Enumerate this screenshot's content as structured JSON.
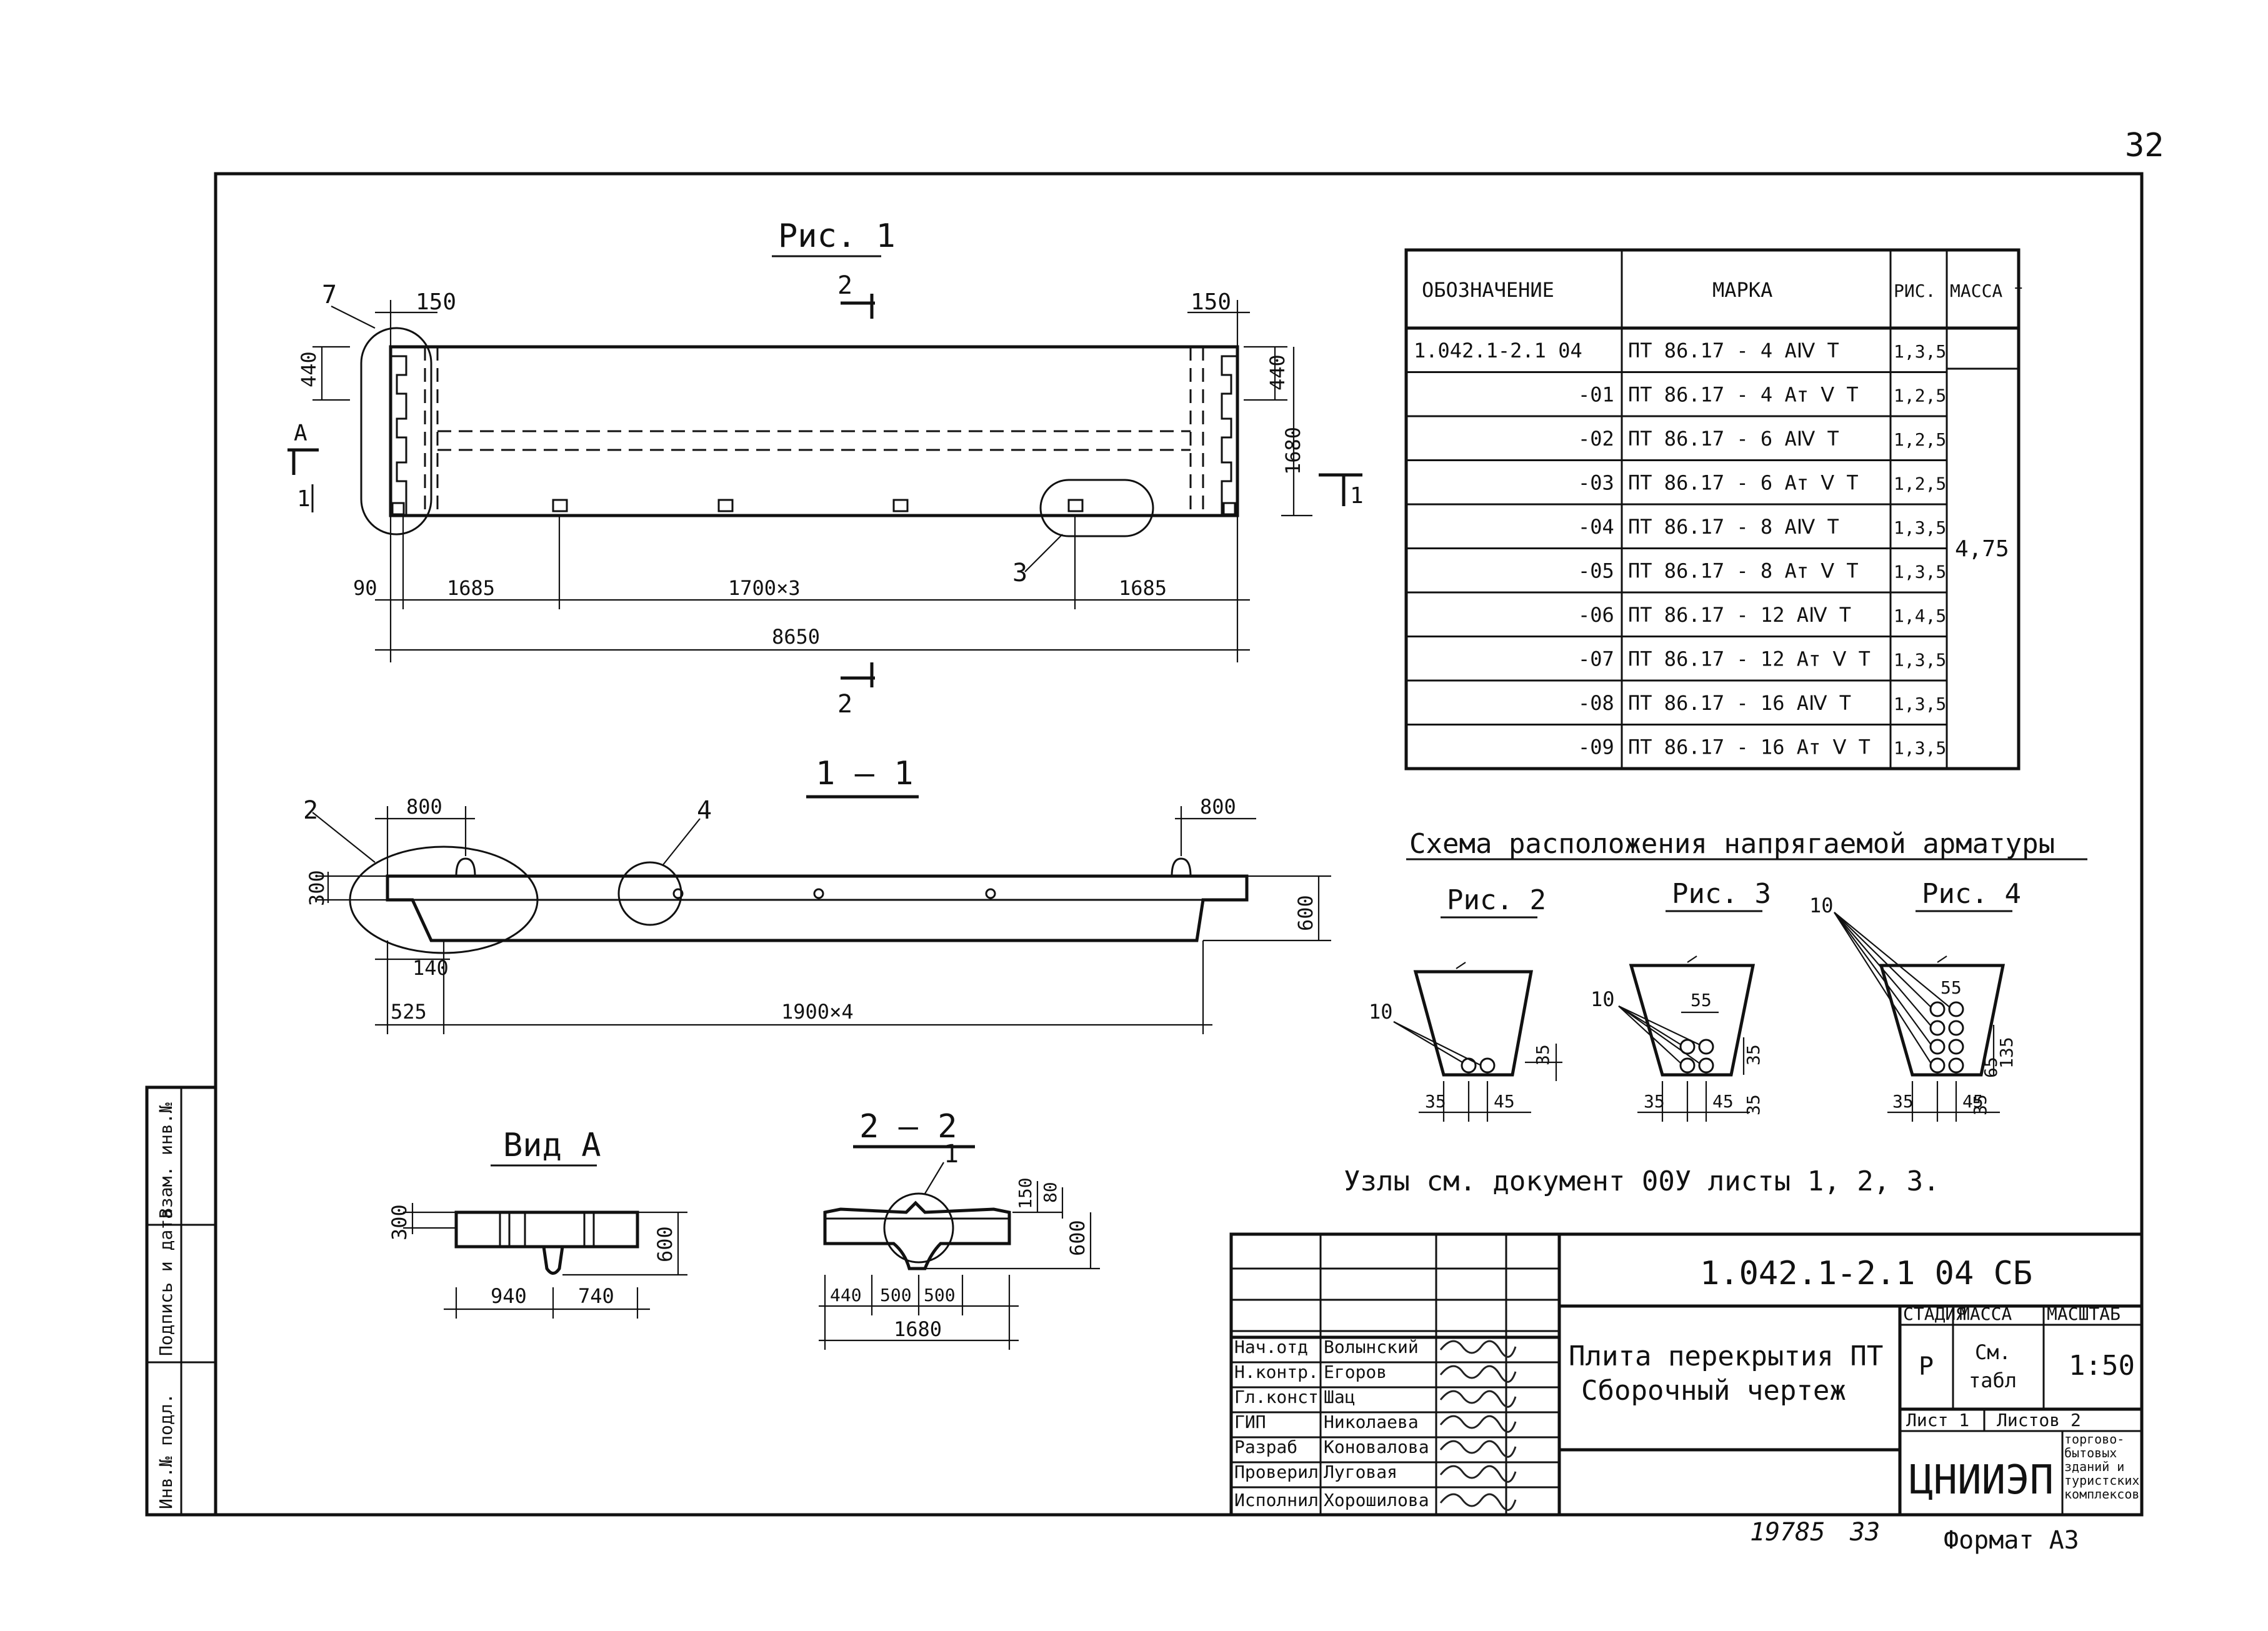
{
  "page_number": "32",
  "figures": {
    "fig1_title": "Рис. 1",
    "section_1_1_title": "1 — 1",
    "view_a_title": "Вид А",
    "section_2_2_title": "2 — 2",
    "fig2_title": "Рис. 2",
    "fig3_title": "Рис. 3",
    "fig4_title": "Рис. 4"
  },
  "fig1": {
    "dim_top_left": "150",
    "dim_top_right": "150",
    "dim_height_left": "440",
    "dim_height_right": "440",
    "dim_total_height": "1680",
    "dim_bottom_1": "90",
    "dim_bottom_2": "1685",
    "dim_bottom_3": "1700×3",
    "dim_bottom_4": "1685",
    "dim_total_length": "8650",
    "callout_7": "7",
    "callout_3": "3",
    "cut_a": "А",
    "cut_a_num": "1",
    "cut_right_num": "1",
    "cut_2_top": "2",
    "cut_2_bottom": "2"
  },
  "section_1_1": {
    "dim_top_left": "800",
    "dim_top_right": "800",
    "dim_left_height": "300",
    "dim_right_height": "600",
    "dim_bottom_offset": "140",
    "dim_bottom_1": "525",
    "dim_bottom_2": "1900×4",
    "callout_2": "2",
    "callout_4": "4"
  },
  "view_a": {
    "dim_left": "300",
    "dim_right": "600",
    "dim_bottom_1": "940",
    "dim_bottom_2": "740"
  },
  "section_2_2": {
    "callout_1": "1",
    "dim_right_1": "150",
    "dim_right_2": "80",
    "dim_right_3": "600",
    "dim_bottom_1": "440",
    "dim_bottom_2": "500",
    "dim_bottom_3": "500",
    "dim_total": "1680"
  },
  "marks_table": {
    "headers": [
      "ОБОЗНАЧЕНИЕ",
      "МАРКА",
      "РИС.",
      "МАССА т"
    ],
    "rows": [
      {
        "code": "1.042.1-2.1 04",
        "mark": "ПТ 86.17 - 4 АⅣ Т",
        "fig": "1,3,5"
      },
      {
        "code": "-01",
        "mark": "ПТ 86.17 - 4 Ат Ⅴ Т",
        "fig": "1,2,5"
      },
      {
        "code": "-02",
        "mark": "ПТ 86.17 - 6 АⅣ Т",
        "fig": "1,2,5"
      },
      {
        "code": "-03",
        "mark": "ПТ 86.17 - 6 Ат Ⅴ Т",
        "fig": "1,2,5"
      },
      {
        "code": "-04",
        "mark": "ПТ 86.17 - 8 АⅣ Т",
        "fig": "1,3,5"
      },
      {
        "code": "-05",
        "mark": "ПТ 86.17 - 8 Ат Ⅴ Т",
        "fig": "1,3,5"
      },
      {
        "code": "-06",
        "mark": "ПТ 86.17 - 12 АⅣ Т",
        "fig": "1,4,5"
      },
      {
        "code": "-07",
        "mark": "ПТ 86.17 - 12 Ат Ⅴ Т",
        "fig": "1,3,5"
      },
      {
        "code": "-08",
        "mark": "ПТ 86.17 - 16 АⅣ Т",
        "fig": "1,3,5"
      },
      {
        "code": "-09",
        "mark": "ПТ 86.17 - 16 Ат Ⅴ Т",
        "fig": "1,3,5"
      }
    ],
    "mass": "4,75"
  },
  "scheme": {
    "title": "Схема расположения напрягаемой арматуры",
    "callout_10": "10",
    "dim_35": "35",
    "dim_45": "45",
    "dim_55": "55",
    "dim_65": "65",
    "dim_135": "135",
    "nodes_note": "Узлы см. документ 00У листы 1, 2, 3."
  },
  "side_stamp": {
    "labels": [
      "Инв.№ подл.",
      "Подпись и дата",
      "Взам. инв.№"
    ]
  },
  "title_block": {
    "doc_code": "1.042.1-2.1 04 СБ",
    "title_line1": "Плита перекрытия ПТ",
    "title_line2": "Сборочный чертеж",
    "stage_header": "СТАДИЯ",
    "mass_header": "МАССА",
    "scale_header": "МАСШТАБ",
    "stage_value": "Р",
    "mass_value_1": "См.",
    "mass_value_2": "табл",
    "scale_value": "1:50",
    "sheet_label": "Лист 1",
    "sheets_label": "Листов 2",
    "org": "ЦНИИЭП",
    "org_sub": "торгово-бытовых зданий и туристских комплексов",
    "staff": [
      {
        "role": "Нач.отд",
        "name": "Волынский"
      },
      {
        "role": "Н.контр.",
        "name": "Егоров"
      },
      {
        "role": "Гл.конст",
        "name": "Шац"
      },
      {
        "role": "ГИП",
        "name": "Николаева"
      },
      {
        "role": "Разраб",
        "name": "Коновалова"
      },
      {
        "role": "Проверил",
        "name": "Луговая"
      },
      {
        "role": "Исполнил",
        "name": "Хорошилова"
      }
    ]
  },
  "footer": {
    "inv_number": "19785",
    "inv_page": "33",
    "format": "Формат А3"
  }
}
